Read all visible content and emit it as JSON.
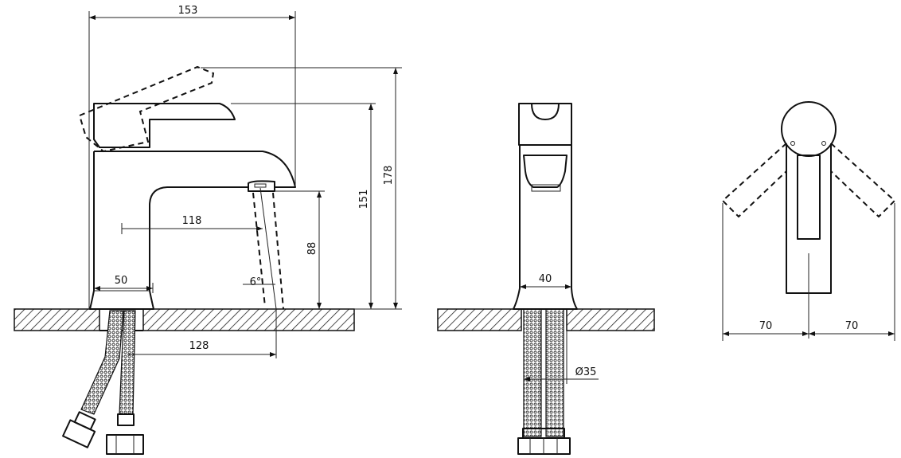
{
  "drawing": {
    "side_view": {
      "width_total": "153",
      "height_lever_raised": "178",
      "height_lever": "151",
      "spout_height": "88",
      "spout_reach": "118",
      "base_diameter": "50",
      "spout_to_hole": "128",
      "stream_angle": "6°"
    },
    "front_view": {
      "body_width": "40",
      "hole_diameter": "Ø35"
    },
    "top_view": {
      "swing_left": "70",
      "swing_right": "70"
    },
    "colors": {
      "line": "#111111",
      "background": "#ffffff"
    }
  }
}
